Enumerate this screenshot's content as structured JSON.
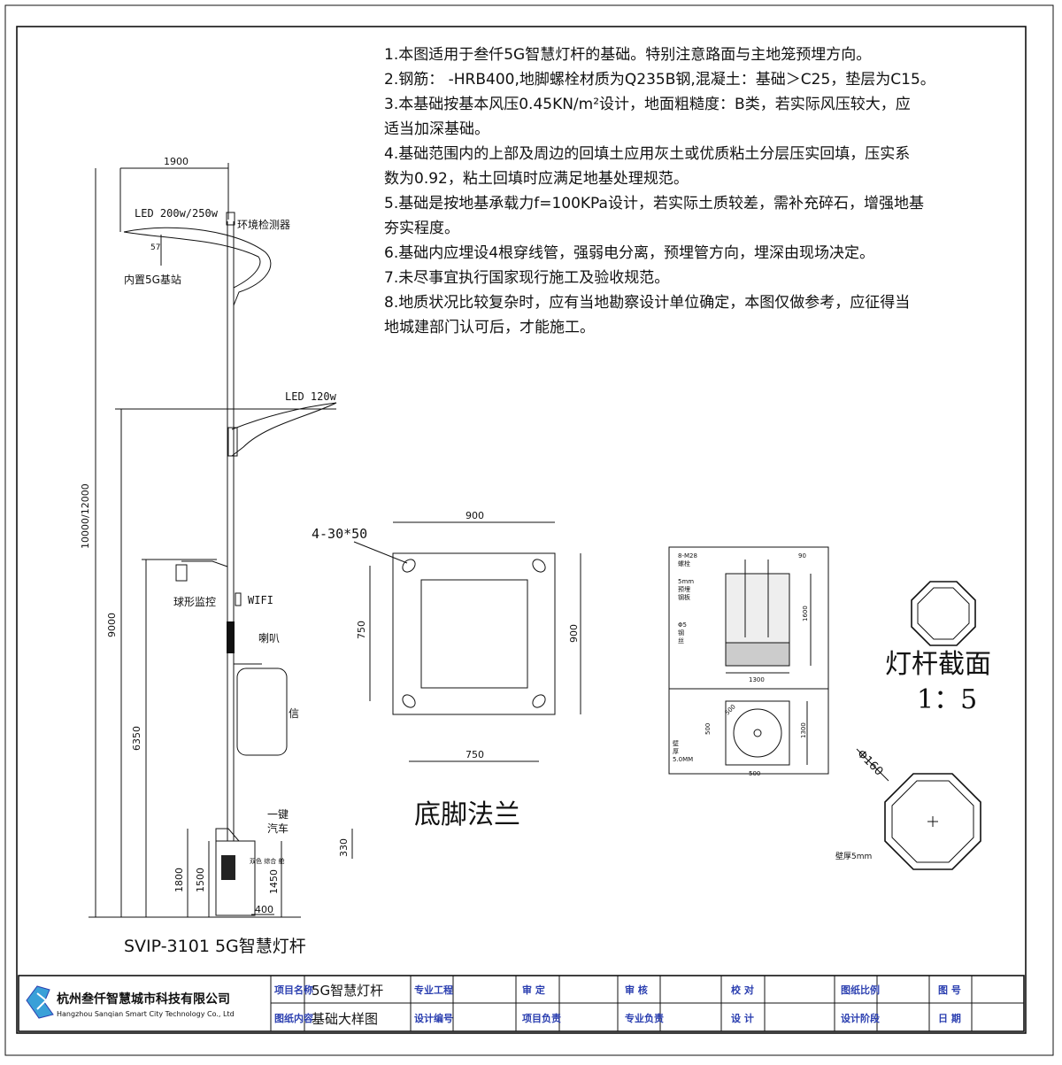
{
  "notes": [
    "1.本图适用于叁仟5G智慧灯杆的基础。特别注意路面与主地笼预埋方向。",
    "2.钢筋：  -HRB400,地脚螺栓材质为Q235B钢,混凝土：基础＞C25，垫层为C15。",
    "3.本基础按基本风压0.45KN/m²设计，地面粗糙度：B类，若实际风压较大，应",
    "适当加深基础。",
    "4.基础范围内的上部及周边的回填土应用灰土或优质粘土分层压实回填，压实系",
    "数为0.92，粘土回填时应满足地基处理规范。",
    "5.基础是按地基承载力f=100KPa设计，若实际土质较差，需补充碎石，增强地基",
    "夯实程度。",
    "6.基础内应埋设4根穿线管，强弱电分离，预埋管方向，埋深由现场决定。",
    "7.未尽事宜执行国家现行施工及验收规范。",
    "8.地质状况比较复杂时，应有当地勘察设计单位确定，本图仅做参考，应征得当",
    "地城建部门认可后，才能施工。"
  ],
  "pole": {
    "dim_arm_width": "1900",
    "led_top": "LED 200w/250w",
    "env_detector": "环境检测器",
    "dim_57": "57",
    "base_station": "内置5G基站",
    "led_mid": "LED 120w",
    "dome_camera": "球形监控",
    "wifi": "WIFI",
    "speaker": "喇叭",
    "info_screen": "信",
    "one_key": "一键",
    "car_charge": "汽车",
    "cabinet_text": "双色 综合 舱",
    "dim_total": "10000/12000",
    "dim_9000": "9000",
    "dim_6350": "6350",
    "dim_1800": "1800",
    "dim_1500": "1500",
    "dim_1450": "1450",
    "dim_330": "330",
    "dim_400": "400",
    "caption": "SVIP-3101   5G智慧灯杆"
  },
  "flange": {
    "hole_spec": "4-30*50",
    "dim_top": "900",
    "dim_left": "750",
    "dim_right": "900",
    "dim_bottom": "750",
    "caption": "底脚法兰"
  },
  "foundation": {
    "bolt": "8-M28",
    "bolt2": "螺栓",
    "plate": "5mm",
    "plate2": "预埋",
    "plate3": "钢板",
    "rebar": "Φ5",
    "rebar2": "钢",
    "rebar3": "丝",
    "dim_width": "1300",
    "dim_depth": "1600",
    "dim_top": "90",
    "dim_plan": "1300",
    "dim_500a": "500",
    "dim_500b": "500",
    "dim_500c": "500",
    "wall": "壁",
    "wall2": "厚",
    "wall3": "5.0MM"
  },
  "section": {
    "title": "灯杆截面",
    "scale": "1：5",
    "diameter": "Φ160",
    "wall": "壁厚5mm"
  },
  "title_block": {
    "company_cn": "杭州叁仟智慧城市科技有限公司",
    "company_en": "Hangzhou Sanqian Smart City Technology Co., Ltd",
    "project_label": "项目名称",
    "project_value": "5G智慧灯杆",
    "drawing_label": "图纸内容",
    "drawing_value": "基础大样图",
    "specialty_label": "专业工程",
    "design_no_label": "设计编号",
    "approve_label": "审 定",
    "project_lead_label": "项目负责",
    "review_label": "审 核",
    "spec_lead_label": "专业负责",
    "check_label": "校 对",
    "design_label": "设 计",
    "scale_label": "图纸比例",
    "stage_label": "设计阶段",
    "drawing_no_label": "图 号",
    "date_label": "日 期"
  }
}
